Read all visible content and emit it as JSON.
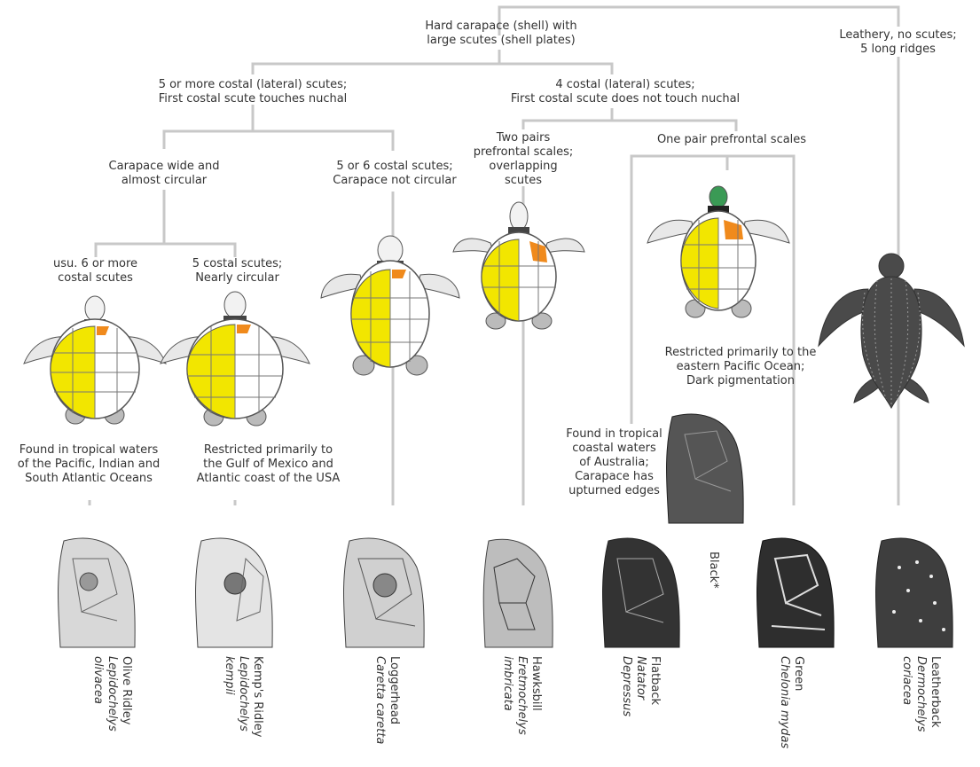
{
  "tree": {
    "root": "Hard carapace (shell) with\nlarge scutes (shell plates)",
    "leathery": "Leathery, no scutes;\n5 long ridges",
    "five_or_more": "5 or more costal (lateral) scutes;\nFirst costal scute touches nuchal",
    "four_costal": "4 costal (lateral) scutes;\nFirst costal scute does not touch nuchal",
    "wide_circular": "Carapace wide and\nalmost circular",
    "five_six": "5 or 6 costal scutes;\nCarapace not circular",
    "two_pairs": "Two pairs\nprefrontal scales;\noverlapping\nscutes",
    "one_pair": "One pair prefrontal scales",
    "usu_six": "usu. 6 or more\ncostal scutes",
    "five_nearly": "5 costal scutes;\nNearly circular"
  },
  "notes": {
    "olive_range": "Found in tropical waters\nof the Pacific, Indian and\nSouth Atlantic Oceans",
    "kemp_range": "Restricted primarily to\nthe Gulf of Mexico and\nAtlantic coast of the USA",
    "black_range": "Restricted primarily to the\neastern Pacific Ocean;\nDark pigmentation",
    "flatback_range": "Found in tropical\ncoastal waters\nof Australia;\nCarapace has\nupturned edges"
  },
  "species": [
    {
      "common": "Olive Ridley",
      "sci1": "Lepidochelys",
      "sci2": "olivacea"
    },
    {
      "common": "Kemp's Ridley",
      "sci1": "Lepidochelys",
      "sci2": "kempii"
    },
    {
      "common": "Loggerhead",
      "sci1": "Caretta caretta",
      "sci2": ""
    },
    {
      "common": "Hawksbill",
      "sci1": "Eretmochelys",
      "sci2": "imbricata"
    },
    {
      "common": "Flatback",
      "sci1": "Natator",
      "sci2": "Depressus"
    },
    {
      "common": "Black*",
      "sci1": "",
      "sci2": ""
    },
    {
      "common": "Green",
      "sci1": "Chelonia mydas",
      "sci2": ""
    },
    {
      "common": "Leatherback",
      "sci1": "Dermochelys",
      "sci2": "coriacea"
    }
  ],
  "colors": {
    "line": "#c8c8c8",
    "costal_highlight": "#f2e600",
    "nuchal_highlight": "#f08a1c",
    "leatherback": "#4a4a4a"
  }
}
